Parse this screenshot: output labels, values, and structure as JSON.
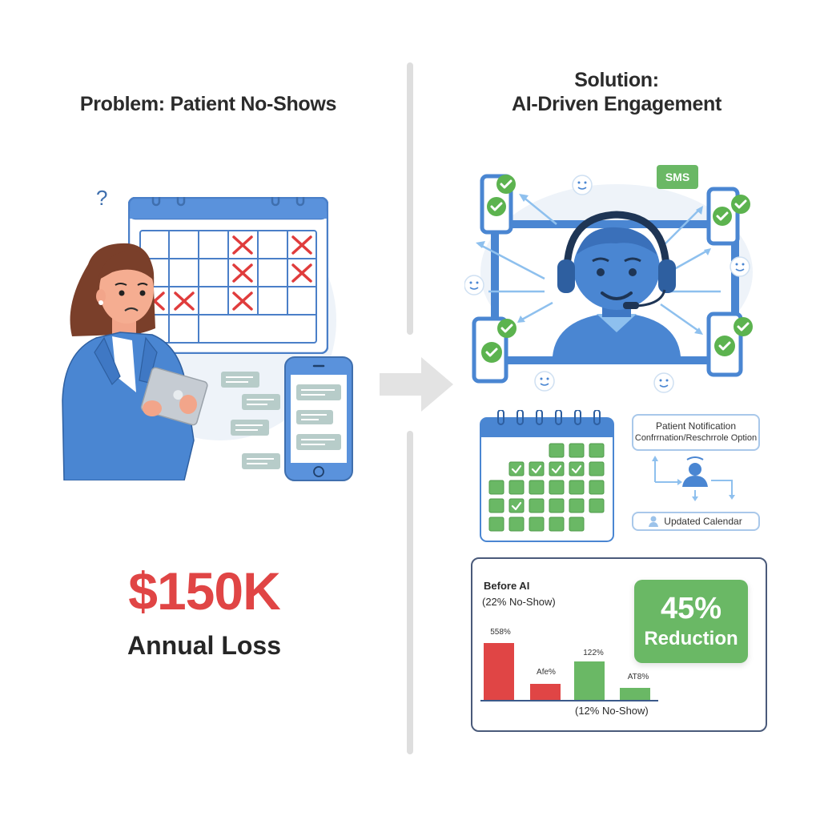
{
  "left_panel": {
    "title": "Problem: Patient No-Shows",
    "question_mark": "?",
    "calendar": {
      "rows": 4,
      "cols": 6,
      "missed_cells": [
        [
          0,
          3
        ],
        [
          0,
          5
        ],
        [
          1,
          3
        ],
        [
          1,
          5
        ],
        [
          2,
          0
        ],
        [
          2,
          1
        ],
        [
          2,
          3
        ]
      ]
    },
    "loss_amount": "$150K",
    "loss_label": "Annual Loss"
  },
  "right_panel": {
    "title_line1": "Solution:",
    "title_line2": "AI-Driven Engagement",
    "sms_badge": "SMS",
    "flow": {
      "notification_title": "Patient Notification",
      "notification_subtitle": "Confrrnation/Reschrrole Option",
      "updated_calendar": "Updated Calendar"
    },
    "results": {
      "before_label": "Before AI",
      "before_sub": "(22% No-Show)",
      "after_sub": "(12% No-Show)",
      "reduction_value": "45%",
      "reduction_label": "Reduction"
    }
  },
  "colors": {
    "primary_blue": "#4a8ad9",
    "alert_red": "#e04545",
    "success_green": "#6ab865",
    "divider_gray": "#dedede"
  },
  "chart_data": {
    "type": "bar",
    "title": "Before AI (22% No-Show) vs (12% No-Show)",
    "categories": [
      "558%",
      "Afe%",
      "122%",
      "AT8%"
    ],
    "values": [
      71,
      20,
      48,
      15
    ],
    "colors": [
      "#e04545",
      "#e04545",
      "#6ab865",
      "#6ab865"
    ],
    "xlabel": "(12% No-Show)",
    "ylabel": "",
    "annotations": [
      "Before AI",
      "(22% No-Show)",
      "45% Reduction"
    ],
    "grid": false,
    "legend": "none",
    "notes": "values are relative bar heights in px (no numeric axis shown)"
  }
}
